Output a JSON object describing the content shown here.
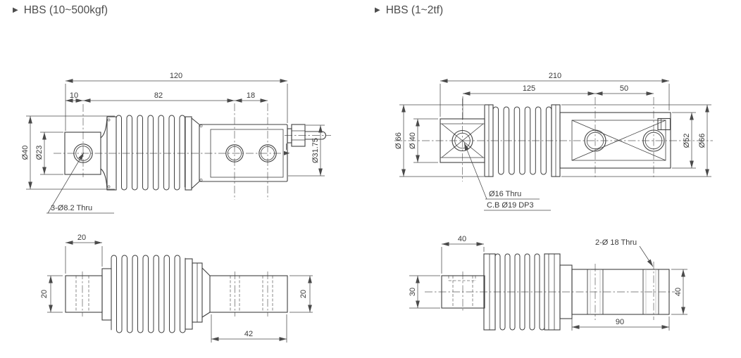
{
  "colors": {
    "background": "#ffffff",
    "line": "#3f3f3f",
    "dim_line": "#4a4a4a",
    "text": "#3a3a3a",
    "title": "#4d4d4d",
    "centerline": "#5f5f5f",
    "hidden": "#6b6b6b"
  },
  "left_panel": {
    "marker": "▶",
    "title": "HBS (10~500kgf)",
    "top_view": {
      "overall_length": "120",
      "boss_offset": "10",
      "center_span": "82",
      "hole_pitch": "18",
      "bellows_dia": "Ø40",
      "boss_dia": "Ø23",
      "body_dia": "Ø31.75",
      "mounting_holes": "3-Ø8.2 Thru"
    },
    "bottom_view": {
      "boss_length": "20",
      "boss_width": "20",
      "body_width": "20",
      "body_length": "42"
    }
  },
  "right_panel": {
    "marker": "▶",
    "title": "HBS (1~2tf)",
    "top_view": {
      "overall_length": "210",
      "center_span": "125",
      "hole_pitch": "50",
      "bellows_dia_left": "Ø 66",
      "boss_dia": "Ø 40",
      "body_dia": "Ø52",
      "bellows_dia_right": "Ø66",
      "hole_note_line1": "Ø16 Thru",
      "hole_note_line2": "C.B Ø19 DP3"
    },
    "bottom_view": {
      "boss_length": "40",
      "boss_width": "30",
      "mounting_holes": "2-Ø 18 Thru",
      "body_width": "40",
      "body_length": "90"
    }
  }
}
